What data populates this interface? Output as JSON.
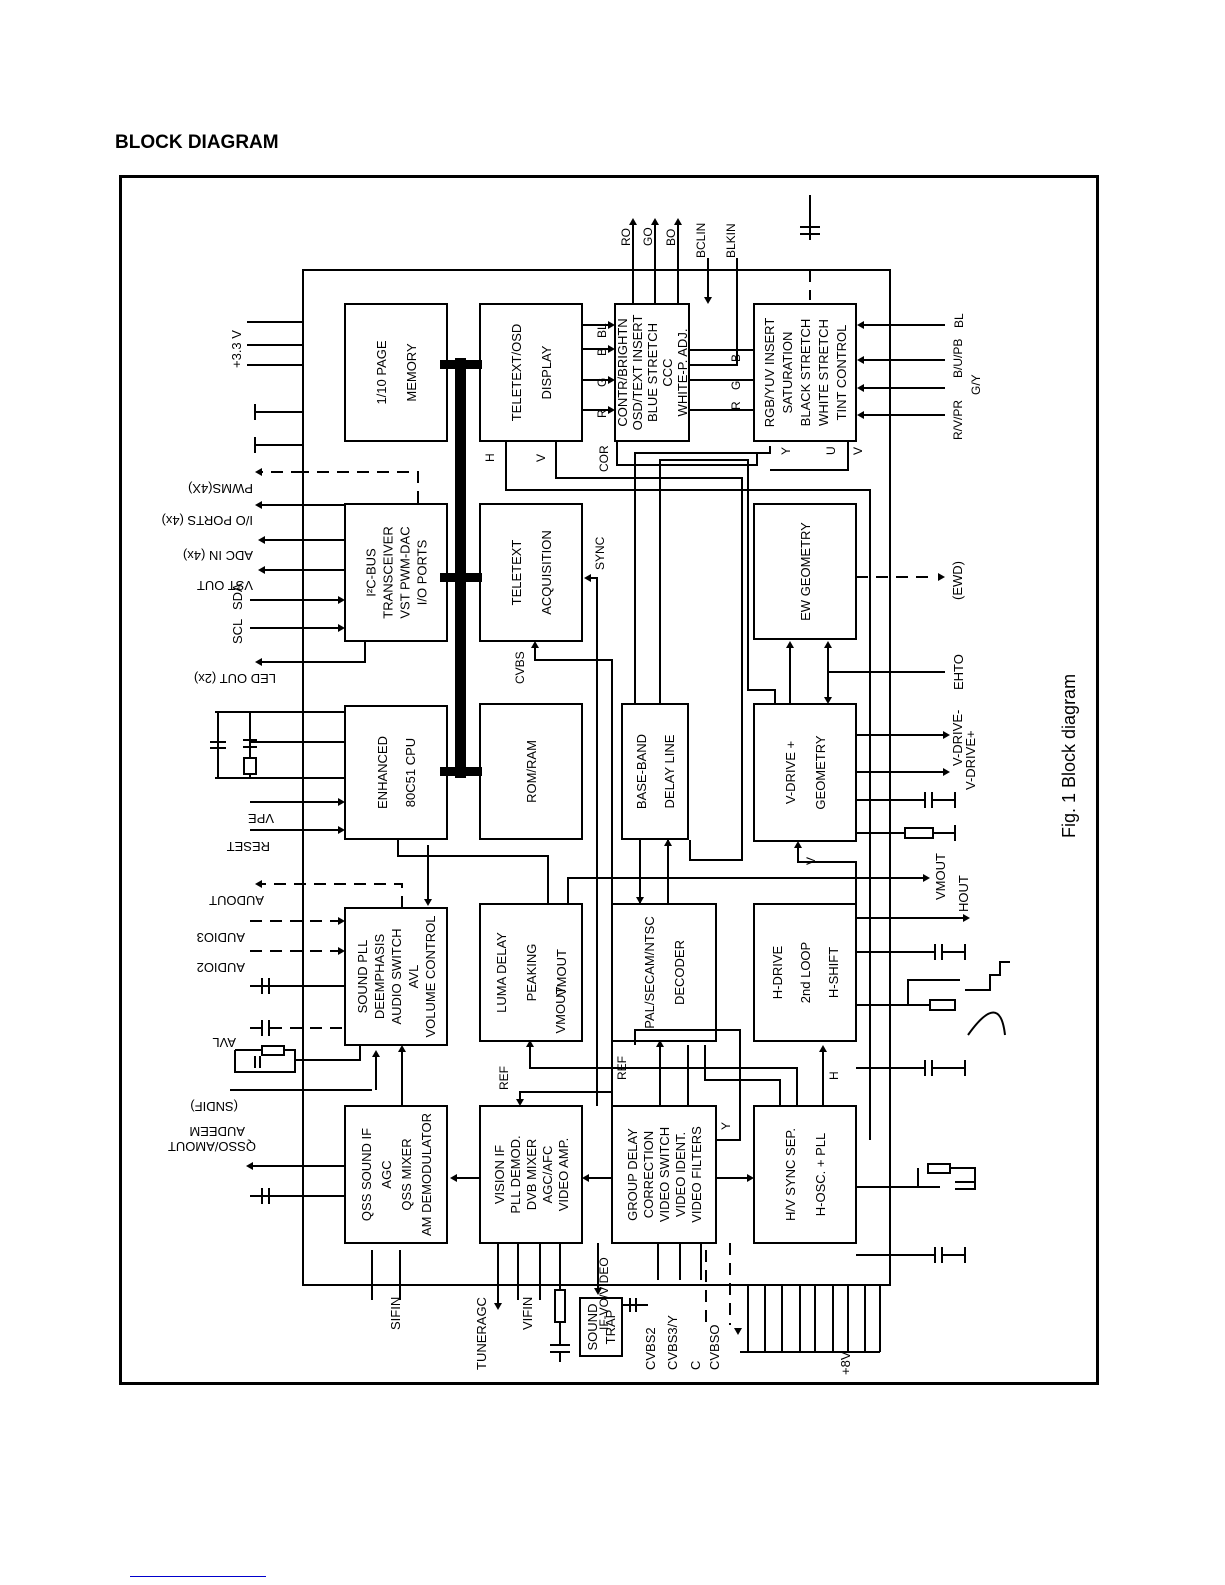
{
  "title": "BLOCK DIAGRAM",
  "caption": "Fig. 1  Block diagram",
  "blocks": {
    "page_memory": [
      "1/10 PAGE",
      "MEMORY"
    ],
    "i2c": [
      "I²C-BUS",
      "TRANSCEIVER",
      "VST PWM-DAC",
      "I/O PORTS"
    ],
    "cpu": [
      "ENHANCED",
      "80C51 CPU"
    ],
    "teletext_osd": [
      "TELETEXT/OSD",
      "DISPLAY"
    ],
    "teletext_acq": [
      "TELETEXT",
      "ACQUISITION"
    ],
    "romram": [
      "ROM/RAM"
    ],
    "contr": [
      "CONTR/BRIGHTN",
      "OSD/TEXT INSERT",
      "BLUE STRETCH",
      "CCC",
      "WHITE-P. ADJ."
    ],
    "rgb": [
      "RGB/YUV INSERT",
      "SATURATION",
      "BLACK STRETCH",
      "WHITE STRETCH",
      "TINT CONTROL"
    ],
    "ew": [
      "EW GEOMETRY"
    ],
    "baseband": [
      "BASE-BAND",
      "DELAY LINE"
    ],
    "vdrive": [
      "V-DRIVE +",
      "GEOMETRY"
    ],
    "sound_pll": [
      "SOUND PLL",
      "DEEMPHASIS",
      "AUDIO SWITCH",
      "AVL",
      "VOLUME CONTROL"
    ],
    "luma": [
      "LUMA DELAY",
      "PEAKING",
      "VMOUT"
    ],
    "pal": [
      "PAL/SECAM/NTSC",
      "DECODER"
    ],
    "hdrive": [
      "H-DRIVE",
      "2nd LOOP",
      "H-SHIFT"
    ],
    "qss": [
      "QSS SOUND IF",
      "AGC",
      "QSS MIXER",
      "AM DEMODULATOR"
    ],
    "vision": [
      "VISION IF",
      "PLL DEMOD.",
      "DVB MIXER",
      "AGC/AFC",
      "VIDEO AMP."
    ],
    "group": [
      "GROUP DELAY",
      "CORRECTION",
      "VIDEO SWITCH",
      "VIDEO IDENT.",
      "VIDEO FILTERS"
    ],
    "hv": [
      "H/V SYNC SEP.",
      "H-OSC. + PLL"
    ],
    "sound_trap": [
      "SOUND",
      "TRAP"
    ]
  },
  "labels": {
    "v33": "+3.3 V",
    "pwms": "PWMS(4X)",
    "io_ports": "I/O PORTS (4x)",
    "adc_in": "ADC IN (4x)",
    "vst_out": "VST OUT",
    "sda": "SDA",
    "scl": "SCL",
    "led_out": "LED OUT (2x)",
    "vpe": "VPE",
    "reset": "RESET",
    "audout": "AUDOUT",
    "audio3": "AUDIO3",
    "audio2": "AUDIO2",
    "avl": "AVL",
    "sndif": "(SNDIF)",
    "qsso": "QSSO/AMOUT",
    "audeem": "AUDEEM",
    "sifin": "SIFIN",
    "tuneragc": "TUNERAGC",
    "vifin": "VIFIN",
    "cvbs2": "CVBS2",
    "cvbs3y": "CVBS3/Y",
    "c": "C",
    "cvbso": "CVBSO",
    "if_video": "IF-VO/VIDEO",
    "plus8v": "+8V",
    "ro": "RO",
    "go": "GO",
    "bo": "BO",
    "bclin": "BCLIN",
    "blkin": "BLKIN",
    "bl": "BL",
    "b_upb": "B/U/PB",
    "gy": "G/Y",
    "rv_pr": "R/V/PR",
    "ewd": "(EWD)",
    "ehto": "EHTO",
    "vdrive_m": "V-DRIVE-",
    "vdrive_p": "V-DRIVE+",
    "vmout": "VMOUT",
    "hout": "HOUT",
    "ref": "REF",
    "sync": "SYNC",
    "cvbs": "CVBS",
    "h": "H",
    "v": "V",
    "cor": "COR",
    "r": "R",
    "g": "G",
    "b": "B",
    "y": "Y",
    "u": "U"
  }
}
